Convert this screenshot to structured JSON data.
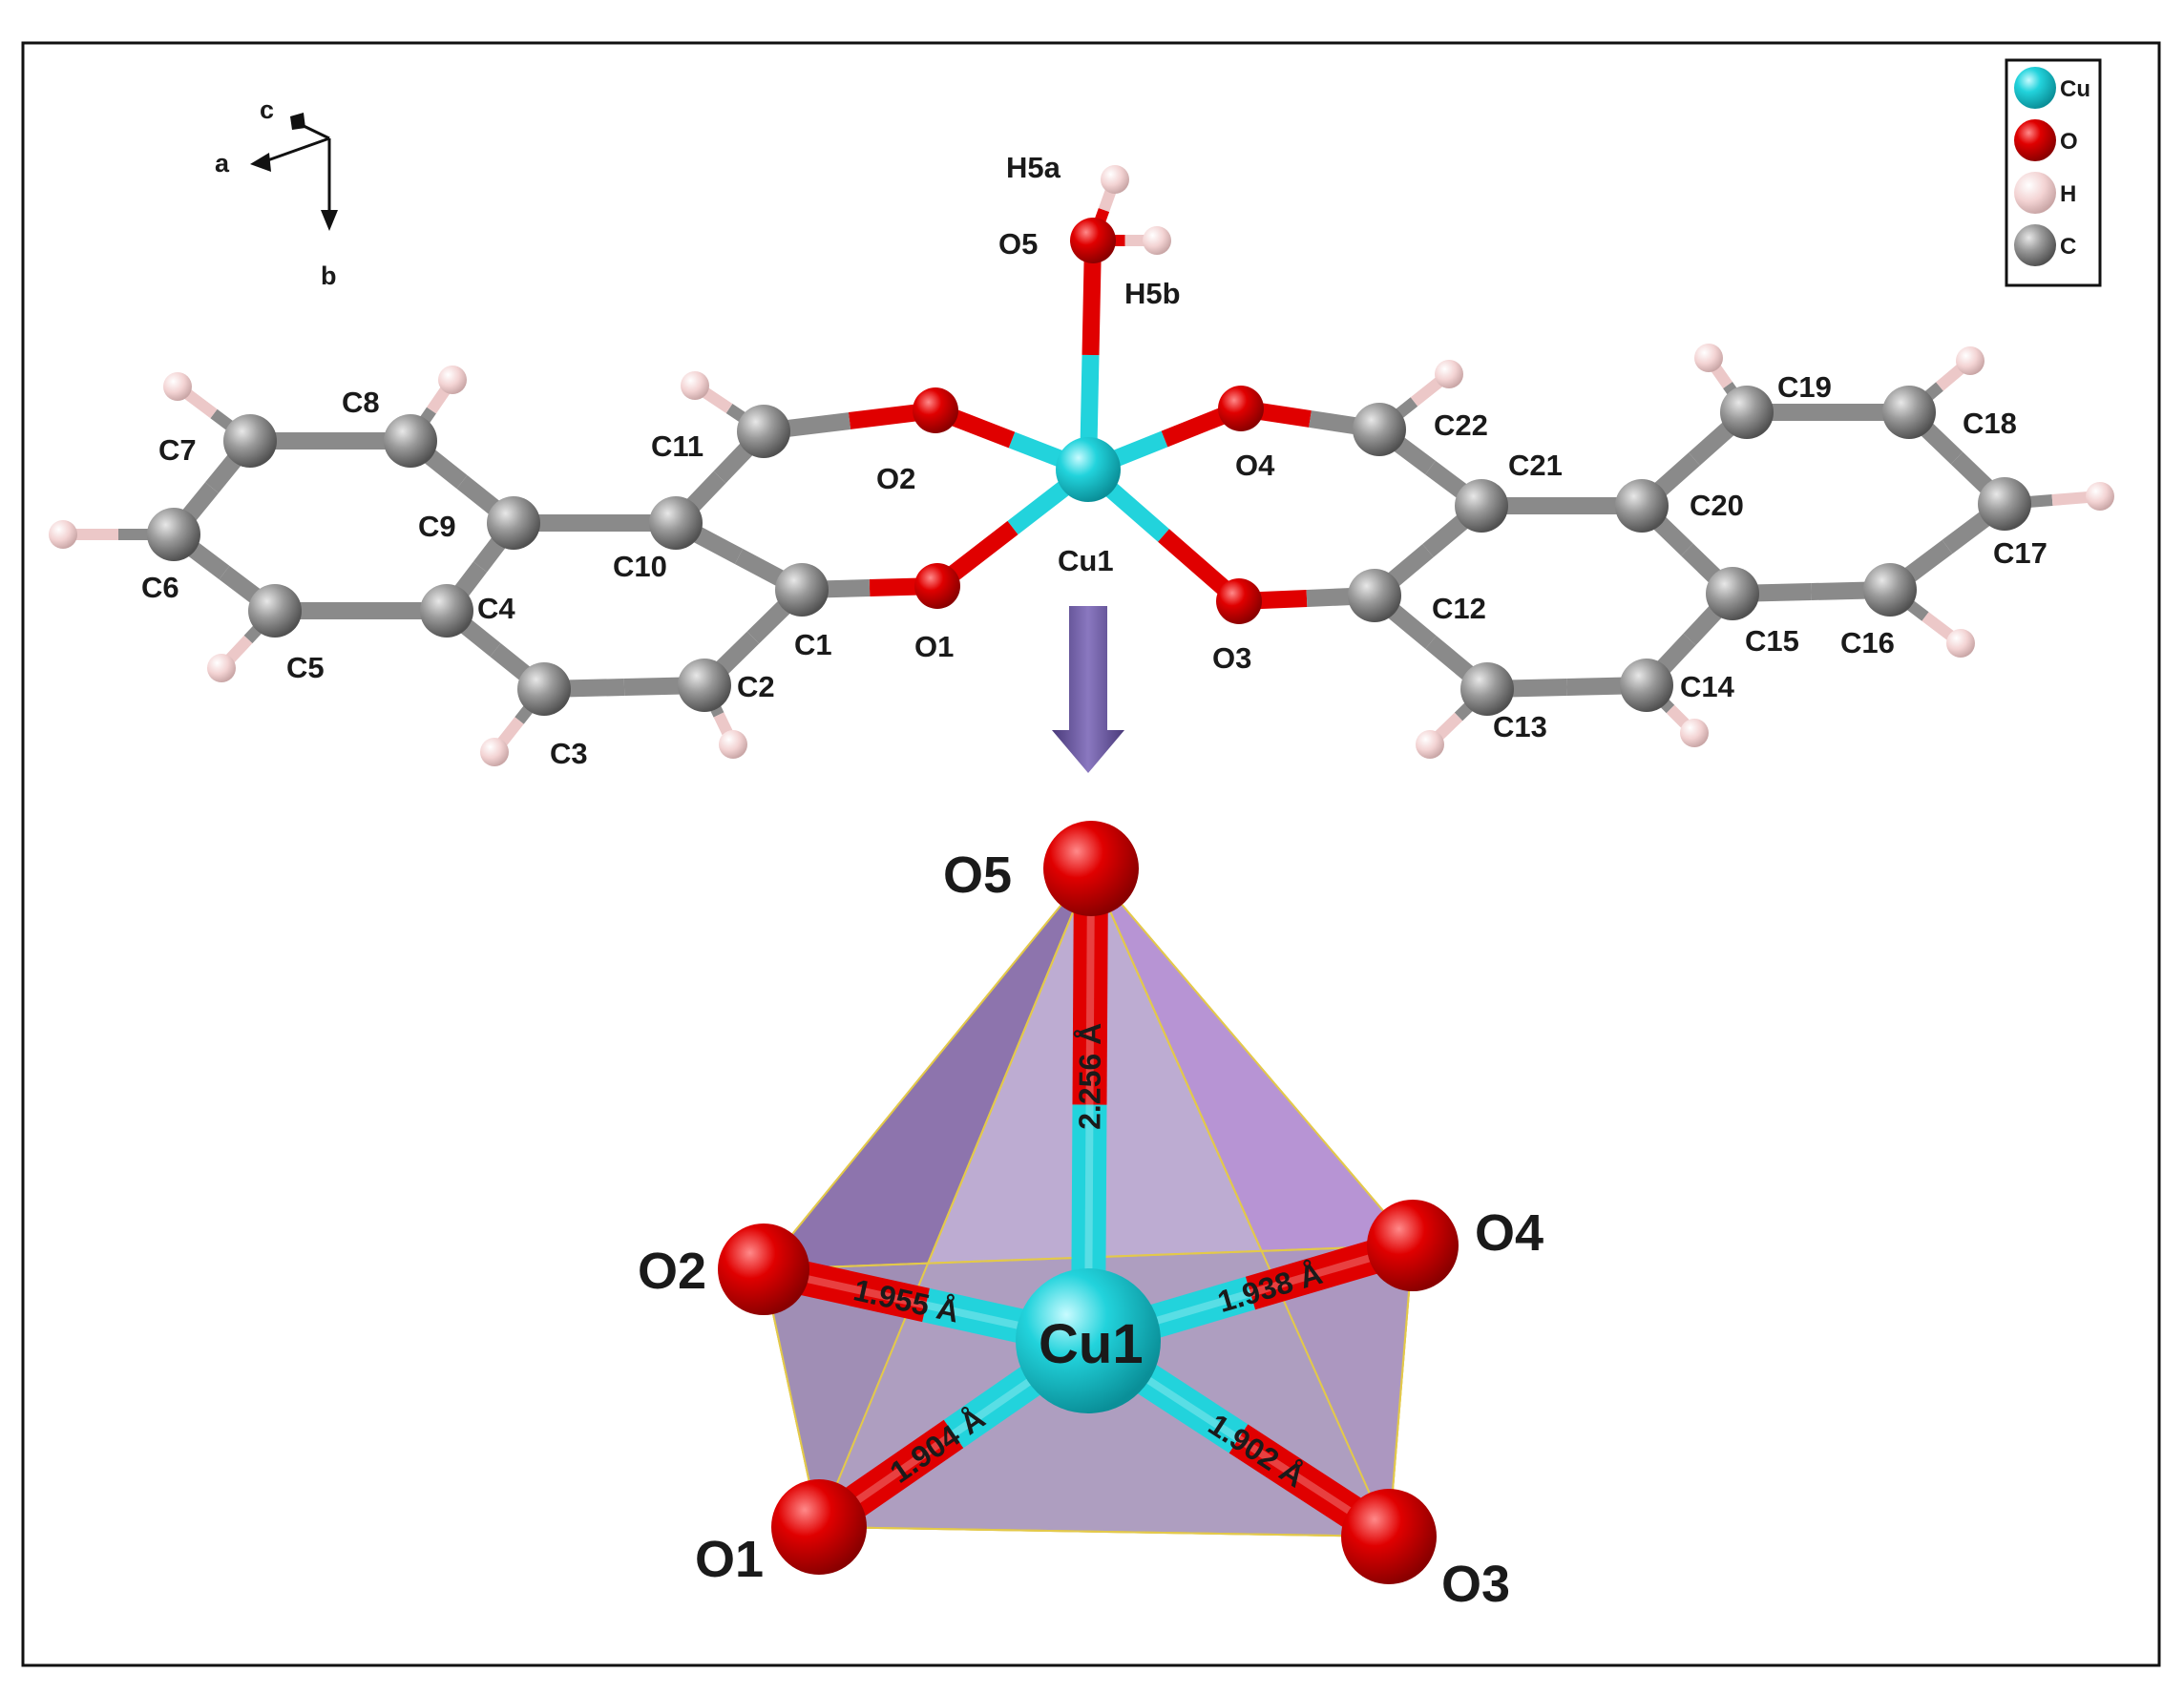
{
  "axes": {
    "a": "a",
    "b": "b",
    "c": "c"
  },
  "legend": [
    {
      "symbol": "Cu",
      "color": "#22d3dc",
      "icon": "cu-atom-icon"
    },
    {
      "symbol": "O",
      "color": "#e00000",
      "icon": "o-atom-icon"
    },
    {
      "symbol": "H",
      "color": "#f2d0d0",
      "icon": "h-atom-icon"
    },
    {
      "symbol": "C",
      "color": "#808080",
      "icon": "c-atom-icon"
    }
  ],
  "molecule": {
    "atoms": [
      "Cu1",
      "O1",
      "O2",
      "O3",
      "O4",
      "O5",
      "H5a",
      "H5b",
      "C1",
      "C2",
      "C3",
      "C4",
      "C5",
      "C6",
      "C7",
      "C8",
      "C9",
      "C10",
      "C11",
      "C12",
      "C13",
      "C14",
      "C15",
      "C16",
      "C17",
      "C18",
      "C19",
      "C20",
      "C21",
      "C22"
    ]
  },
  "polyhedron": {
    "center": "Cu1",
    "vertices": [
      "O5",
      "O2",
      "O4",
      "O1",
      "O3"
    ],
    "bonds": [
      {
        "from": "Cu1",
        "to": "O5",
        "length": "2.256 Å"
      },
      {
        "from": "Cu1",
        "to": "O2",
        "length": "1.955 Å"
      },
      {
        "from": "Cu1",
        "to": "O4",
        "length": "1.938 Å"
      },
      {
        "from": "Cu1",
        "to": "O1",
        "length": "1.904 Å"
      },
      {
        "from": "Cu1",
        "to": "O3",
        "length": "1.902 Å"
      }
    ]
  }
}
